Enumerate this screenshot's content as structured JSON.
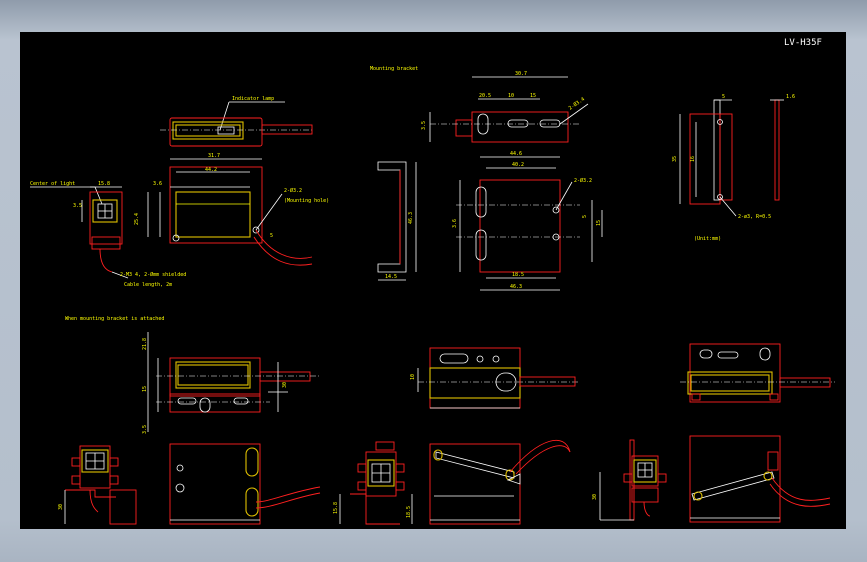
{
  "drawing": {
    "title_block": "LV-H35F",
    "labels": {
      "mounting_bracket": "Mounting bracket",
      "indicator_lamp": "Indicator lamp",
      "center_of_light": "Center of light",
      "mounting_hole": "(Mounting hole)",
      "hole_spec": "2-Ø3.2",
      "cable_spec": "2-M3 4, 2-Ømm shielded",
      "cable_length": "Cable length, 2m",
      "when_mounted": "When mounting bracket is attached",
      "unit": "(Unit:mm)",
      "bracket_holes": "2-Ø3.2",
      "slot_spec": "2-Ø3.4",
      "bracket_note": "2-ø3, R=0.5"
    },
    "dimensions": {
      "d_30_7": "30.7",
      "d_20_5": "20.5",
      "d_15": "15",
      "d_10": "10",
      "d_3": "3.5",
      "d_31_7": "31.7",
      "d_44_2": "44.2",
      "d_3_6": "3.6",
      "d_15_8": "15.8",
      "d_25_4": "25.4",
      "d_44_6": "44.6",
      "d_40_2": "40.2",
      "d_18_5": "18.5",
      "d_46_3": "46.3",
      "d_14_5": "14.5",
      "d_30": "30",
      "d_5": "5",
      "d_1_6": "1.6",
      "d_16": "16",
      "d_21_8": "21.8",
      "d_35": "35"
    }
  }
}
